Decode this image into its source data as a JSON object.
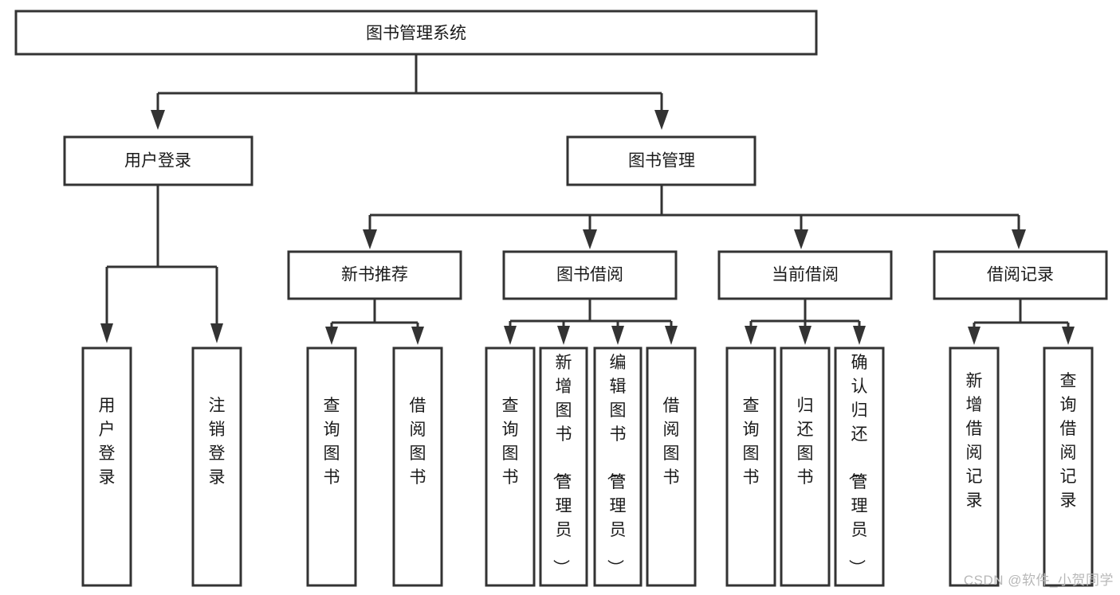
{
  "diagram": {
    "type": "tree",
    "title": "图书管理系统",
    "watermark": "CSDN @软件_小贺同学",
    "colors": {
      "background": "#ffffff",
      "box_stroke": "#333333",
      "box_fill": "#ffffff",
      "text": "#1a1a1a",
      "watermark": "#b8b8b8"
    },
    "nodes": {
      "root": {
        "label": "图书管理系统",
        "level": 0,
        "orientation": "horizontal"
      },
      "l1": [
        {
          "label": "用户登录",
          "level": 1,
          "orientation": "horizontal"
        },
        {
          "label": "图书管理",
          "level": 1,
          "orientation": "horizontal"
        }
      ],
      "l2": [
        {
          "label": "新书推荐",
          "level": 2,
          "orientation": "horizontal"
        },
        {
          "label": "图书借阅",
          "level": 2,
          "orientation": "horizontal"
        },
        {
          "label": "当前借阅",
          "level": 2,
          "orientation": "horizontal"
        },
        {
          "label": "借阅记录",
          "level": 2,
          "orientation": "horizontal"
        }
      ],
      "leaves": {
        "user_login": [
          {
            "label": "用户登录",
            "orientation": "vertical"
          },
          {
            "label": "注销登录",
            "orientation": "vertical"
          }
        ],
        "new_book": [
          {
            "label": "查询图书",
            "orientation": "vertical"
          },
          {
            "label": "借阅图书",
            "orientation": "vertical"
          }
        ],
        "book_borrow": [
          {
            "label": "查询图书",
            "orientation": "vertical"
          },
          {
            "label": "新增图书（管理员）",
            "orientation": "vertical"
          },
          {
            "label": "编辑图书（管理员）",
            "orientation": "vertical"
          },
          {
            "label": "借阅图书",
            "orientation": "vertical"
          }
        ],
        "current_borrow": [
          {
            "label": "查询图书",
            "orientation": "vertical"
          },
          {
            "label": "归还图书",
            "orientation": "vertical"
          },
          {
            "label": "确认归还（管理员）",
            "orientation": "vertical"
          }
        ],
        "borrow_record": [
          {
            "label": "新增借阅记录",
            "orientation": "vertical"
          },
          {
            "label": "查询借阅记录",
            "orientation": "vertical"
          }
        ]
      }
    },
    "edges": [
      {
        "from": "图书管理系统",
        "to": "用户登录"
      },
      {
        "from": "图书管理系统",
        "to": "图书管理"
      },
      {
        "from": "用户登录",
        "to": "用户登录"
      },
      {
        "from": "用户登录",
        "to": "注销登录"
      },
      {
        "from": "图书管理",
        "to": "新书推荐"
      },
      {
        "from": "图书管理",
        "to": "图书借阅"
      },
      {
        "from": "图书管理",
        "to": "当前借阅"
      },
      {
        "from": "图书管理",
        "to": "借阅记录"
      },
      {
        "from": "新书推荐",
        "to": "查询图书"
      },
      {
        "from": "新书推荐",
        "to": "借阅图书"
      },
      {
        "from": "图书借阅",
        "to": "查询图书"
      },
      {
        "from": "图书借阅",
        "to": "新增图书（管理员）"
      },
      {
        "from": "图书借阅",
        "to": "编辑图书（管理员）"
      },
      {
        "from": "图书借阅",
        "to": "借阅图书"
      },
      {
        "from": "当前借阅",
        "to": "查询图书"
      },
      {
        "from": "当前借阅",
        "to": "归还图书"
      },
      {
        "from": "当前借阅",
        "to": "确认归还（管理员）"
      },
      {
        "from": "借阅记录",
        "to": "新增借阅记录"
      },
      {
        "from": "借阅记录",
        "to": "查询借阅记录"
      }
    ]
  }
}
